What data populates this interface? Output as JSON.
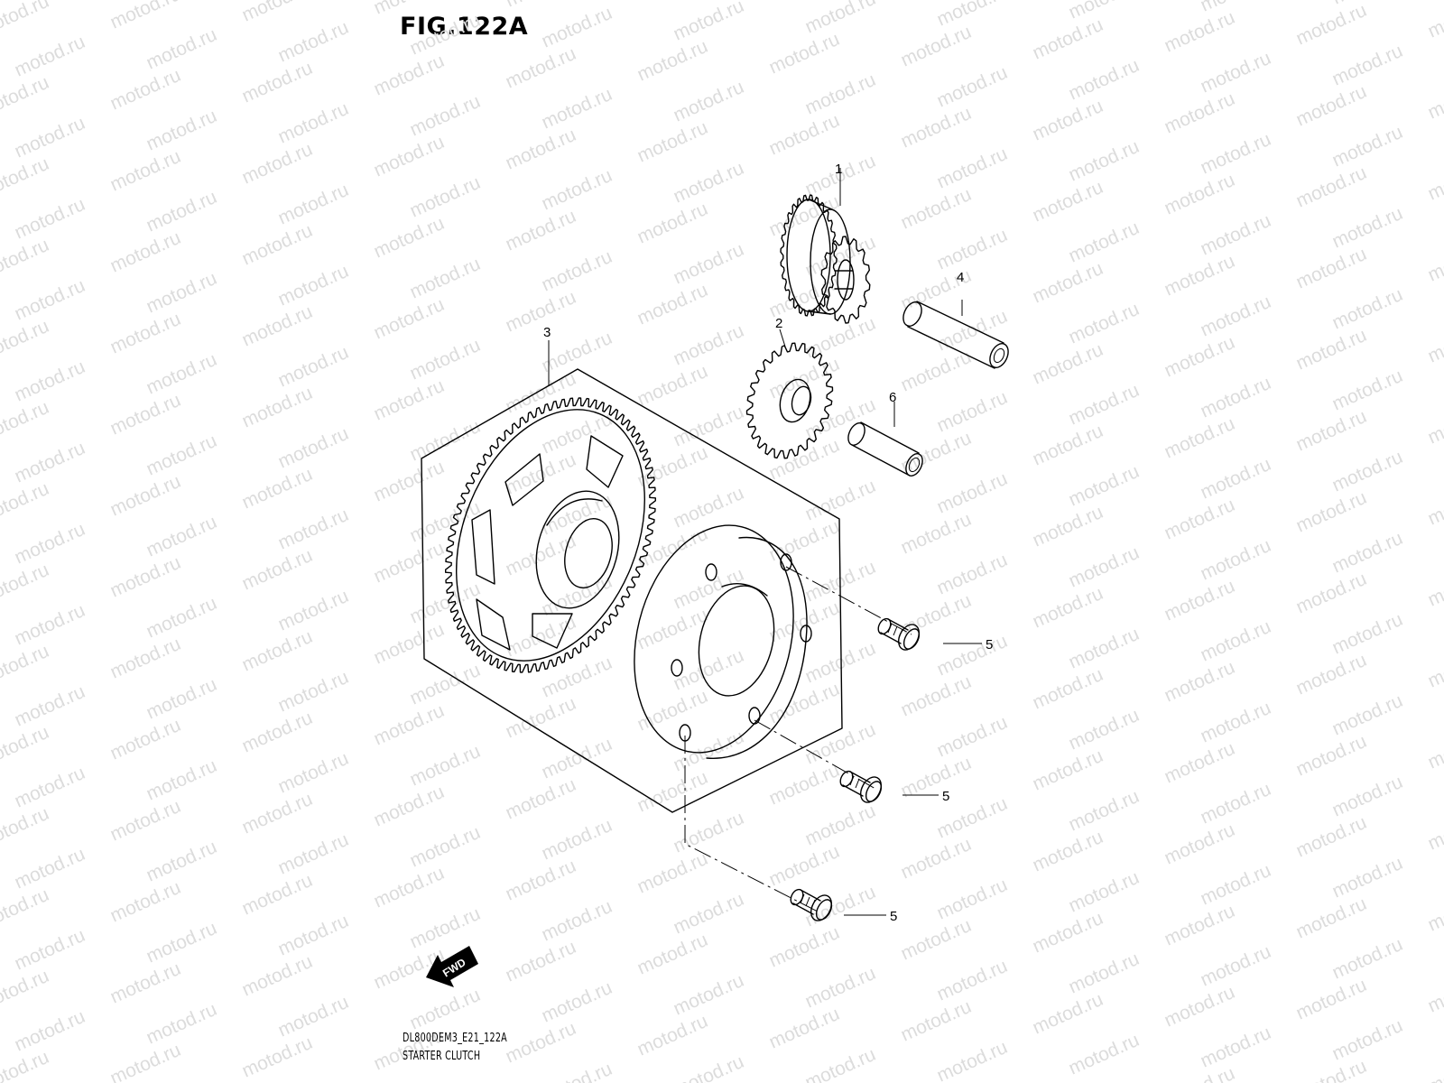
{
  "figure": {
    "title": "FIG.122A",
    "diagram_code": "DL800DEM3_E21_122A",
    "diagram_name": "STARTER CLUTCH",
    "fwd_label": "FWD",
    "watermark": "motod.ru"
  },
  "callouts": [
    {
      "id": "1",
      "label": "1"
    },
    {
      "id": "2",
      "label": "2"
    },
    {
      "id": "3",
      "label": "3"
    },
    {
      "id": "4",
      "label": "4"
    },
    {
      "id": "5a",
      "label": "5"
    },
    {
      "id": "5b",
      "label": "5"
    },
    {
      "id": "5c",
      "label": "5"
    },
    {
      "id": "6",
      "label": "6"
    }
  ],
  "colors": {
    "line": "#000000",
    "watermark": "#dcdcdc",
    "background": "#ffffff"
  }
}
